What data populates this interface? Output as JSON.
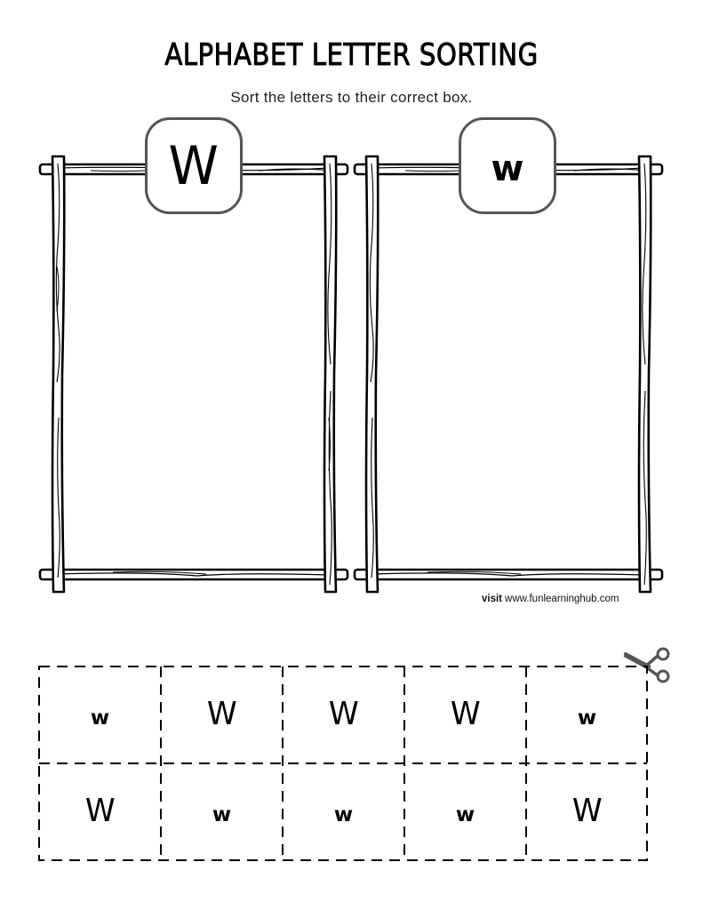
{
  "header": {
    "title": "ALPHABET LETTER SORTING",
    "instructions": "Sort the letters to their correct box."
  },
  "sorting_boxes": [
    {
      "label": "W",
      "case": "uppercase"
    },
    {
      "label": "w",
      "case": "lowercase"
    }
  ],
  "credit": {
    "prefix": "visit",
    "url_text": "www.funlearninghub.com"
  },
  "cut_out_cards": {
    "icon": "scissors-icon",
    "rows": [
      [
        {
          "letter": "w",
          "case": "lowercase"
        },
        {
          "letter": "W",
          "case": "uppercase"
        },
        {
          "letter": "W",
          "case": "uppercase"
        },
        {
          "letter": "W",
          "case": "uppercase"
        },
        {
          "letter": "w",
          "case": "lowercase"
        }
      ],
      [
        {
          "letter": "W",
          "case": "uppercase"
        },
        {
          "letter": "w",
          "case": "lowercase"
        },
        {
          "letter": "w",
          "case": "lowercase"
        },
        {
          "letter": "w",
          "case": "lowercase"
        },
        {
          "letter": "W",
          "case": "uppercase"
        }
      ]
    ]
  },
  "colors": {
    "ink": "#000000",
    "label_border": "#555555",
    "scissors": "#555555",
    "background": "#ffffff"
  }
}
